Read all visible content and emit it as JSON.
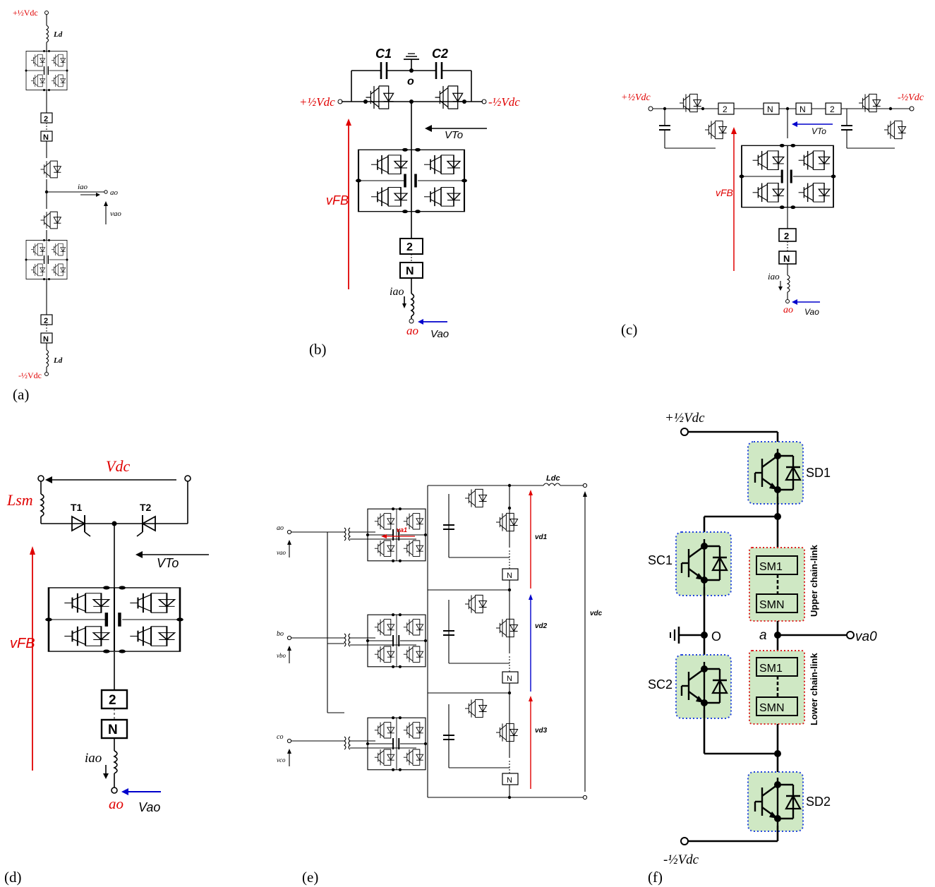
{
  "panels": {
    "a": {
      "caption": "(a)",
      "top_voltage": "+½Vdc",
      "bottom_voltage": "-½Vdc",
      "inductor_top": "Ld",
      "inductor_bottom": "Ld",
      "box_2": "2",
      "box_N": "N",
      "current": "iao",
      "node": "ao",
      "voltage": "vao"
    },
    "b": {
      "caption": "(b)",
      "cap1": "C1",
      "cap2": "C2",
      "midpoint": "o",
      "left_voltage": "+½Vdc",
      "right_voltage": "-½Vdc",
      "vto": "VTo",
      "vfb": "vFB",
      "box_2": "2",
      "box_N": "N",
      "current": "iao",
      "node": "ao",
      "voltage": "Vao"
    },
    "c": {
      "caption": "(c)",
      "left_voltage": "+½Vdc",
      "right_voltage": "-½Vdc",
      "boxes_top": [
        "2",
        "N",
        "N",
        "2"
      ],
      "vto": "VTo",
      "vfb": "vFB",
      "box_2": "2",
      "box_N": "N",
      "current": "iao",
      "node": "ao",
      "voltage": "Vao"
    },
    "d": {
      "caption": "(d)",
      "vdc": "Vdc",
      "inductor": "Lsm",
      "t1": "T1",
      "t2": "T2",
      "vto": "VTo",
      "vfb": "vFB",
      "box_2": "2",
      "box_N": "N",
      "current": "iao",
      "node": "ao",
      "voltage": "Vao"
    },
    "e": {
      "caption": "(e)",
      "inductor": "Ldc",
      "phases": [
        {
          "node": "ao",
          "voltage": "vao"
        },
        {
          "node": "bo",
          "voltage": "vbo"
        },
        {
          "node": "co",
          "voltage": "vco"
        }
      ],
      "va1": "va1",
      "vd": [
        "vd1",
        "vd2",
        "vd3"
      ],
      "vdc": "vdc",
      "box_N": "N"
    },
    "f": {
      "caption": "(f)",
      "top_voltage": "+½Vdc",
      "bottom_voltage": "-½Vdc",
      "switches": [
        "SD1",
        "SC1",
        "SC2",
        "SD2"
      ],
      "upper_chain": "Upper chain-link",
      "lower_chain": "Lower chain-link",
      "sm_first": "SM1",
      "sm_last": "SMN",
      "node_o": "O",
      "node_a": "a",
      "output": "va0"
    }
  },
  "colors": {
    "red": "#e00000",
    "blue": "#0000cc",
    "green_fill": "#cfe8c4",
    "blue_dot": "#2244dd",
    "red_dot": "#dd2222"
  }
}
